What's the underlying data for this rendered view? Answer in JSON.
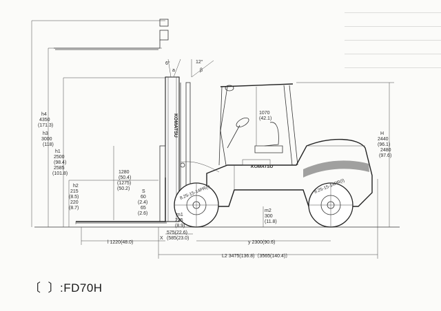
{
  "caption": {
    "bracket_open": "〔",
    "bracket_close": "〕",
    "separator": ":",
    "model": "FD70H"
  },
  "truck": {
    "brand_mast": "KOMATSU",
    "brand_body": "KOMATSU",
    "tire_front": "8.25-15-14PR(I)",
    "tire_rear": "8.25-15-14PR(I)"
  },
  "dimensions": {
    "h4": {
      "label": "h4",
      "mm": "4350",
      "in": "(171.3)"
    },
    "h3": {
      "label": "h3",
      "mm": "3000",
      "in": "(118)"
    },
    "h1": {
      "label": "h1",
      "mm": "2500",
      "in": "(98.4)",
      "alt_mm": "2585",
      "alt_in": "(101.8)"
    },
    "h2": {
      "label": "h2",
      "mm": "215",
      "in": "(8.5)",
      "alt_mm": "220",
      "alt_in": "(8.7)"
    },
    "free_lift": {
      "mm": "1280",
      "in": "(50.4)",
      "alt": "(1275)",
      "alt_in": "(50.2)"
    },
    "s": {
      "label": "S",
      "mm": "60",
      "in": "(2.4)",
      "alt_mm": "65",
      "alt_in": "(2.6)"
    },
    "m1": {
      "label": "m1",
      "mm": "225",
      "in": "(8.9)"
    },
    "x": {
      "label": "X",
      "mm": "575(22.6)",
      "alt": "(585(23.0)"
    },
    "m2": {
      "label": "m2",
      "mm": "300",
      "in": "(11.8)"
    },
    "overhead_guard": {
      "mm": "1070",
      "in": "(42.1)"
    },
    "H": {
      "label": "H",
      "mm": "2440",
      "in": "(96.1)",
      "alt_mm": "2480",
      "alt_in": "(97.6)"
    },
    "tilt_back": "12°",
    "tilt_fwd": "6°",
    "tilt_a": "a",
    "tilt_b": "β",
    "l": "l 1220(48.0)",
    "y": "y 2300(90.6)",
    "L2": "L2 3475(136.8)〔3565(140.4)〕"
  },
  "colors": {
    "line": "#333333",
    "paper": "#fbfbf9"
  }
}
